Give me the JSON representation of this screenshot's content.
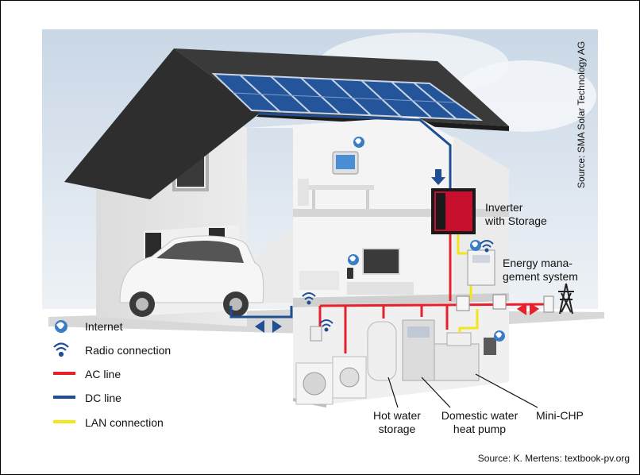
{
  "labels": {
    "inverter": [
      "Inverter",
      "with Storage"
    ],
    "energy_management": [
      "Energy mana-",
      "gement system"
    ],
    "hot_water": [
      "Hot water",
      "storage"
    ],
    "heat_pump": [
      "Domestic water",
      "heat pump"
    ],
    "mini_chp": "Mini-CHP"
  },
  "legend": [
    {
      "icon": "globe-icon",
      "label": "Internet"
    },
    {
      "icon": "wifi-icon",
      "label": "Radio connection"
    },
    {
      "icon": "line",
      "label": "AC line",
      "color": "#e8202a"
    },
    {
      "icon": "line",
      "label": "DC line",
      "color": "#1f4f92"
    },
    {
      "icon": "line",
      "label": "LAN connection",
      "color": "#f4e518"
    }
  ],
  "credits": {
    "vertical": "Source: SMA Solar Technology AG",
    "bottom": "Source: K. Mertens: textbook-pv.org"
  },
  "colors": {
    "ac": "#e8202a",
    "dc": "#1f4f92",
    "lan": "#f4e518",
    "inverter": "#c8102e"
  }
}
